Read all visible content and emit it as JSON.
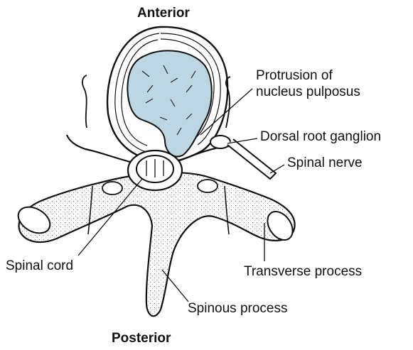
{
  "figure": {
    "title_top": "Anterior",
    "title_bottom": "Posterior",
    "labels": {
      "protrusion_line1": "Protrusion of",
      "protrusion_line2": "nucleus pulposus",
      "dorsal_root_ganglion": "Dorsal root ganglion",
      "spinal_nerve": "Spinal nerve",
      "spinal_cord": "Spinal cord",
      "transverse_process": "Transverse process",
      "spinous_process": "Spinous process"
    },
    "colors": {
      "nucleus_fill": "#bcd6e3",
      "bone_fill": "#ffffff",
      "ink": "#111111"
    }
  }
}
